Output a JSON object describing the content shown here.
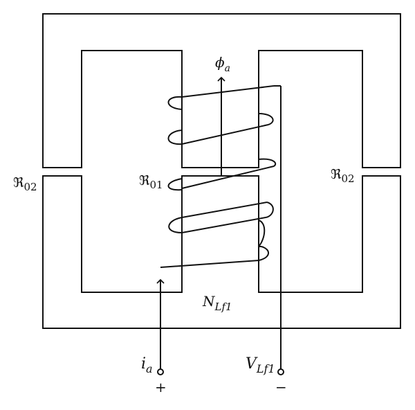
{
  "labels": {
    "flux": {
      "symbol": "ϕ",
      "sub": "a"
    },
    "reluctance_left_gap": {
      "symbol": "ℜ",
      "sub": "02"
    },
    "reluctance_center_gap": {
      "symbol": "ℜ",
      "sub": "01"
    },
    "reluctance_right_gap": {
      "symbol": "ℜ",
      "sub": "02"
    },
    "turns": {
      "symbol": "N",
      "sub": "Lf1"
    },
    "current": {
      "symbol": "i",
      "sub": "a"
    },
    "voltage": {
      "symbol": "V",
      "sub": "Lf1"
    },
    "plus_terminal": "+",
    "minus_terminal": "−"
  }
}
